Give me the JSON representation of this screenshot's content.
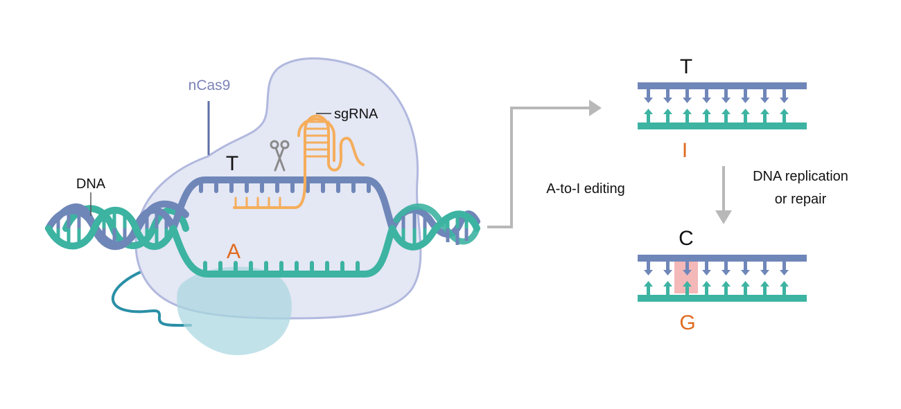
{
  "labels": {
    "ncas9": "nCas9",
    "sgrna": "sgRNA",
    "dna": "DNA",
    "editor_top_base": "T",
    "editor_bottom_base": "A",
    "edit_step": "A-to-I editing",
    "mid_top_base": "T",
    "mid_bottom_base": "I",
    "repair_line1": "DNA replication",
    "repair_line2": "or repair",
    "final_top_base": "C",
    "final_bottom_base": "G"
  },
  "colors": {
    "strand_blue": "#6f86b8",
    "strand_teal": "#3db3a2",
    "cas9_body": "#e4e7f4",
    "cas9_outline": "#b1b8de",
    "sgrna": "#f5ad5b",
    "deaminase": "#a9d7df",
    "linker": "#2a8fa6",
    "edit_orange": "#e06a1e",
    "arrow_grey": "#b8b8b8",
    "highlight_pink": "#f4b8b8",
    "ncas9_label": "#7b82b6"
  },
  "icons": {
    "scissors": "scissors-icon"
  }
}
